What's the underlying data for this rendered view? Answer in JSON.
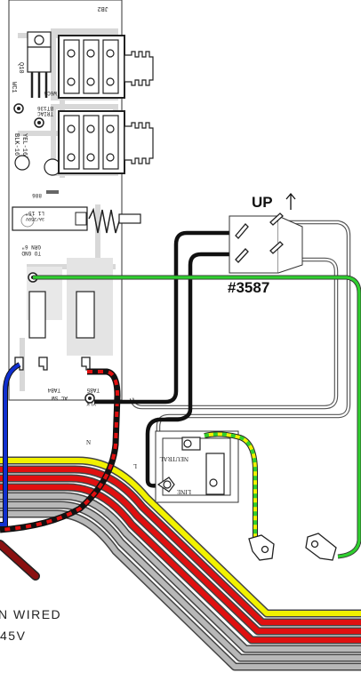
{
  "board": {
    "id": "JB2",
    "q_label": "Q10",
    "q_part": "WC1",
    "triac_part": "BT136",
    "triac_code": "W6C6",
    "triac_label": "TRIAC",
    "yel_label": "YEL-16\"",
    "blk_label": "BLK-16\"",
    "part_886": "886",
    "l_label": "L1 15\"",
    "l_sub": "3A/250V",
    "grn_label": "GRN 6\"",
    "to_gnd": "TO GND",
    "tab4": "TAB4",
    "tab5": "TAB5",
    "tab4_top": "AC SW",
    "tab5_top": "YLK"
  },
  "switch": {
    "up_label": "UP",
    "part_number": "#3587"
  },
  "terminal": {
    "neutral": "NEUTRAL",
    "line": "LINE",
    "n_marker": "N",
    "l_marker": "L"
  },
  "caption": {
    "line1": "N WIRED",
    "line2": "45V"
  },
  "colors": {
    "green": "#2fcf2f",
    "blue": "#1030d0",
    "red": "#e01010",
    "dark_red": "#8a1010",
    "yellow": "#f2f200",
    "gray": "#b8b8b8",
    "black": "#111111"
  }
}
